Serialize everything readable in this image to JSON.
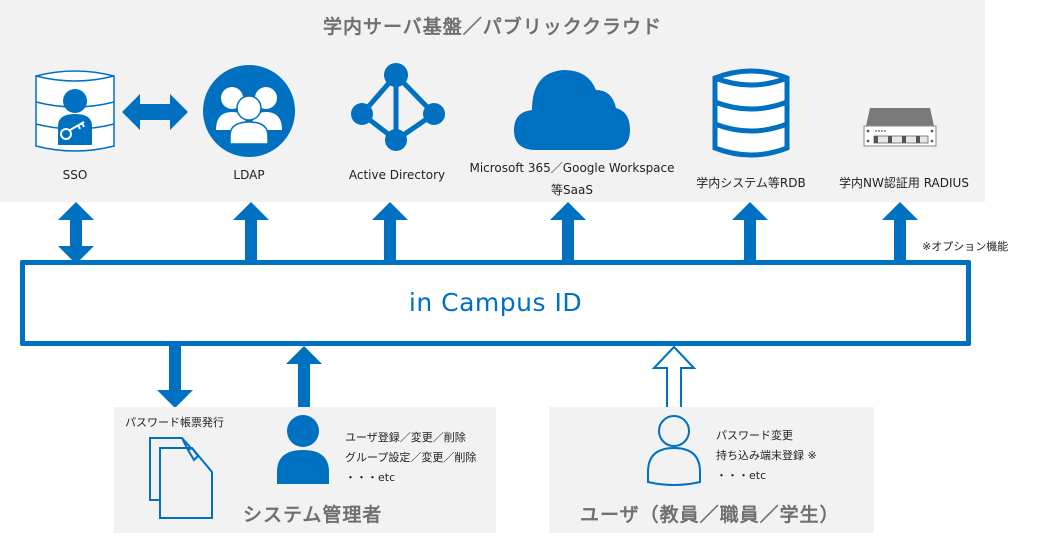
{
  "diagram": {
    "top_section": {
      "title": "学内サーバ基盤／パブリッククラウド",
      "services": [
        {
          "id": "sso",
          "label": "SSO",
          "icon": "user-key-database-icon",
          "connection": "bidirectional"
        },
        {
          "id": "ldap",
          "label": "LDAP",
          "icon": "user-group-icon",
          "connection": "outbound"
        },
        {
          "id": "active-directory",
          "label": "Active Directory",
          "icon": "network-nodes-icon",
          "connection": "outbound"
        },
        {
          "id": "saas",
          "label_line1": "Microsoft 365／Google  Workspace",
          "label_line2": "等SaaS",
          "icon": "cloud-icon",
          "connection": "outbound"
        },
        {
          "id": "rdb",
          "label": "学内システム等RDB",
          "icon": "database-icon",
          "connection": "outbound"
        },
        {
          "id": "radius",
          "label": "学内NW認証用 RADIUS",
          "icon": "server-rack-icon",
          "connection": "outbound"
        }
      ],
      "sso_ldap_link": "bidirectional"
    },
    "option_note": "※オプション機能",
    "core": {
      "label": "in Campus ID"
    },
    "admin_section": {
      "title": "システム管理者",
      "document_label": "パスワード帳票発行",
      "functions": [
        "ユーザ登録／変更／削除",
        "グループ設定／変更／削除",
        "・・・etc"
      ]
    },
    "user_section": {
      "title": "ユーザ（教員／職員／学生）",
      "functions": [
        "パスワード変更",
        "持ち込み端末登録 ※",
        "・・・etc"
      ]
    },
    "colors": {
      "accent": "#0070c0",
      "panel_bg": "#f2f2f2",
      "title_gray": "#707070"
    }
  }
}
